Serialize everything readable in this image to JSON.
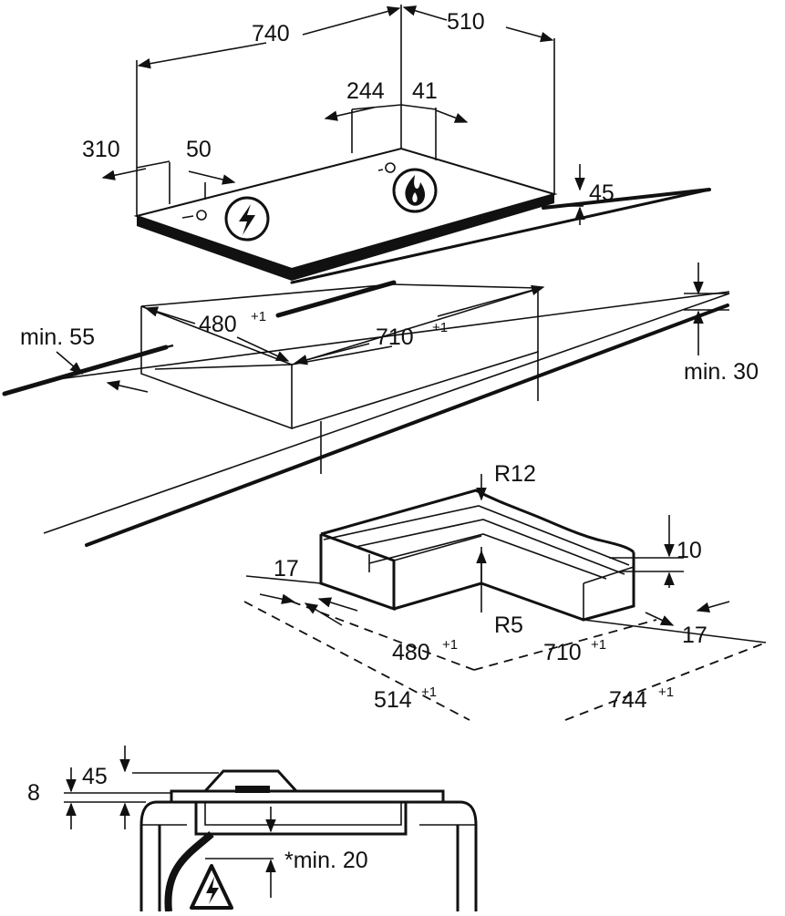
{
  "hob": {
    "width": "740",
    "depth": "510",
    "gas_offset_x": "244",
    "gas_offset_y": "41",
    "electric_offset_x": "310",
    "electric_offset_y": "50",
    "height": "45"
  },
  "cutout": {
    "min_side": "min. 55",
    "depth": "480",
    "depth_tol": "+1",
    "width": "710",
    "width_tol": "+1",
    "min_thickness": "min. 30"
  },
  "frame": {
    "outer_radius": "R12",
    "inner_radius": "R5",
    "step": "10",
    "border_left": "17",
    "border_right": "17",
    "inner_depth": "480",
    "inner_depth_tol": "+1",
    "inner_width": "710",
    "inner_width_tol": "+1",
    "outer_depth": "514",
    "outer_depth_tol": "+1",
    "outer_width": "744",
    "outer_width_tol": "+1"
  },
  "section": {
    "step": "8",
    "height": "45",
    "clearance": "*min. 20"
  },
  "icons": {
    "electric": "lightning-bolt-icon",
    "gas": "flame-icon",
    "warning": "high-voltage-warning-icon"
  }
}
